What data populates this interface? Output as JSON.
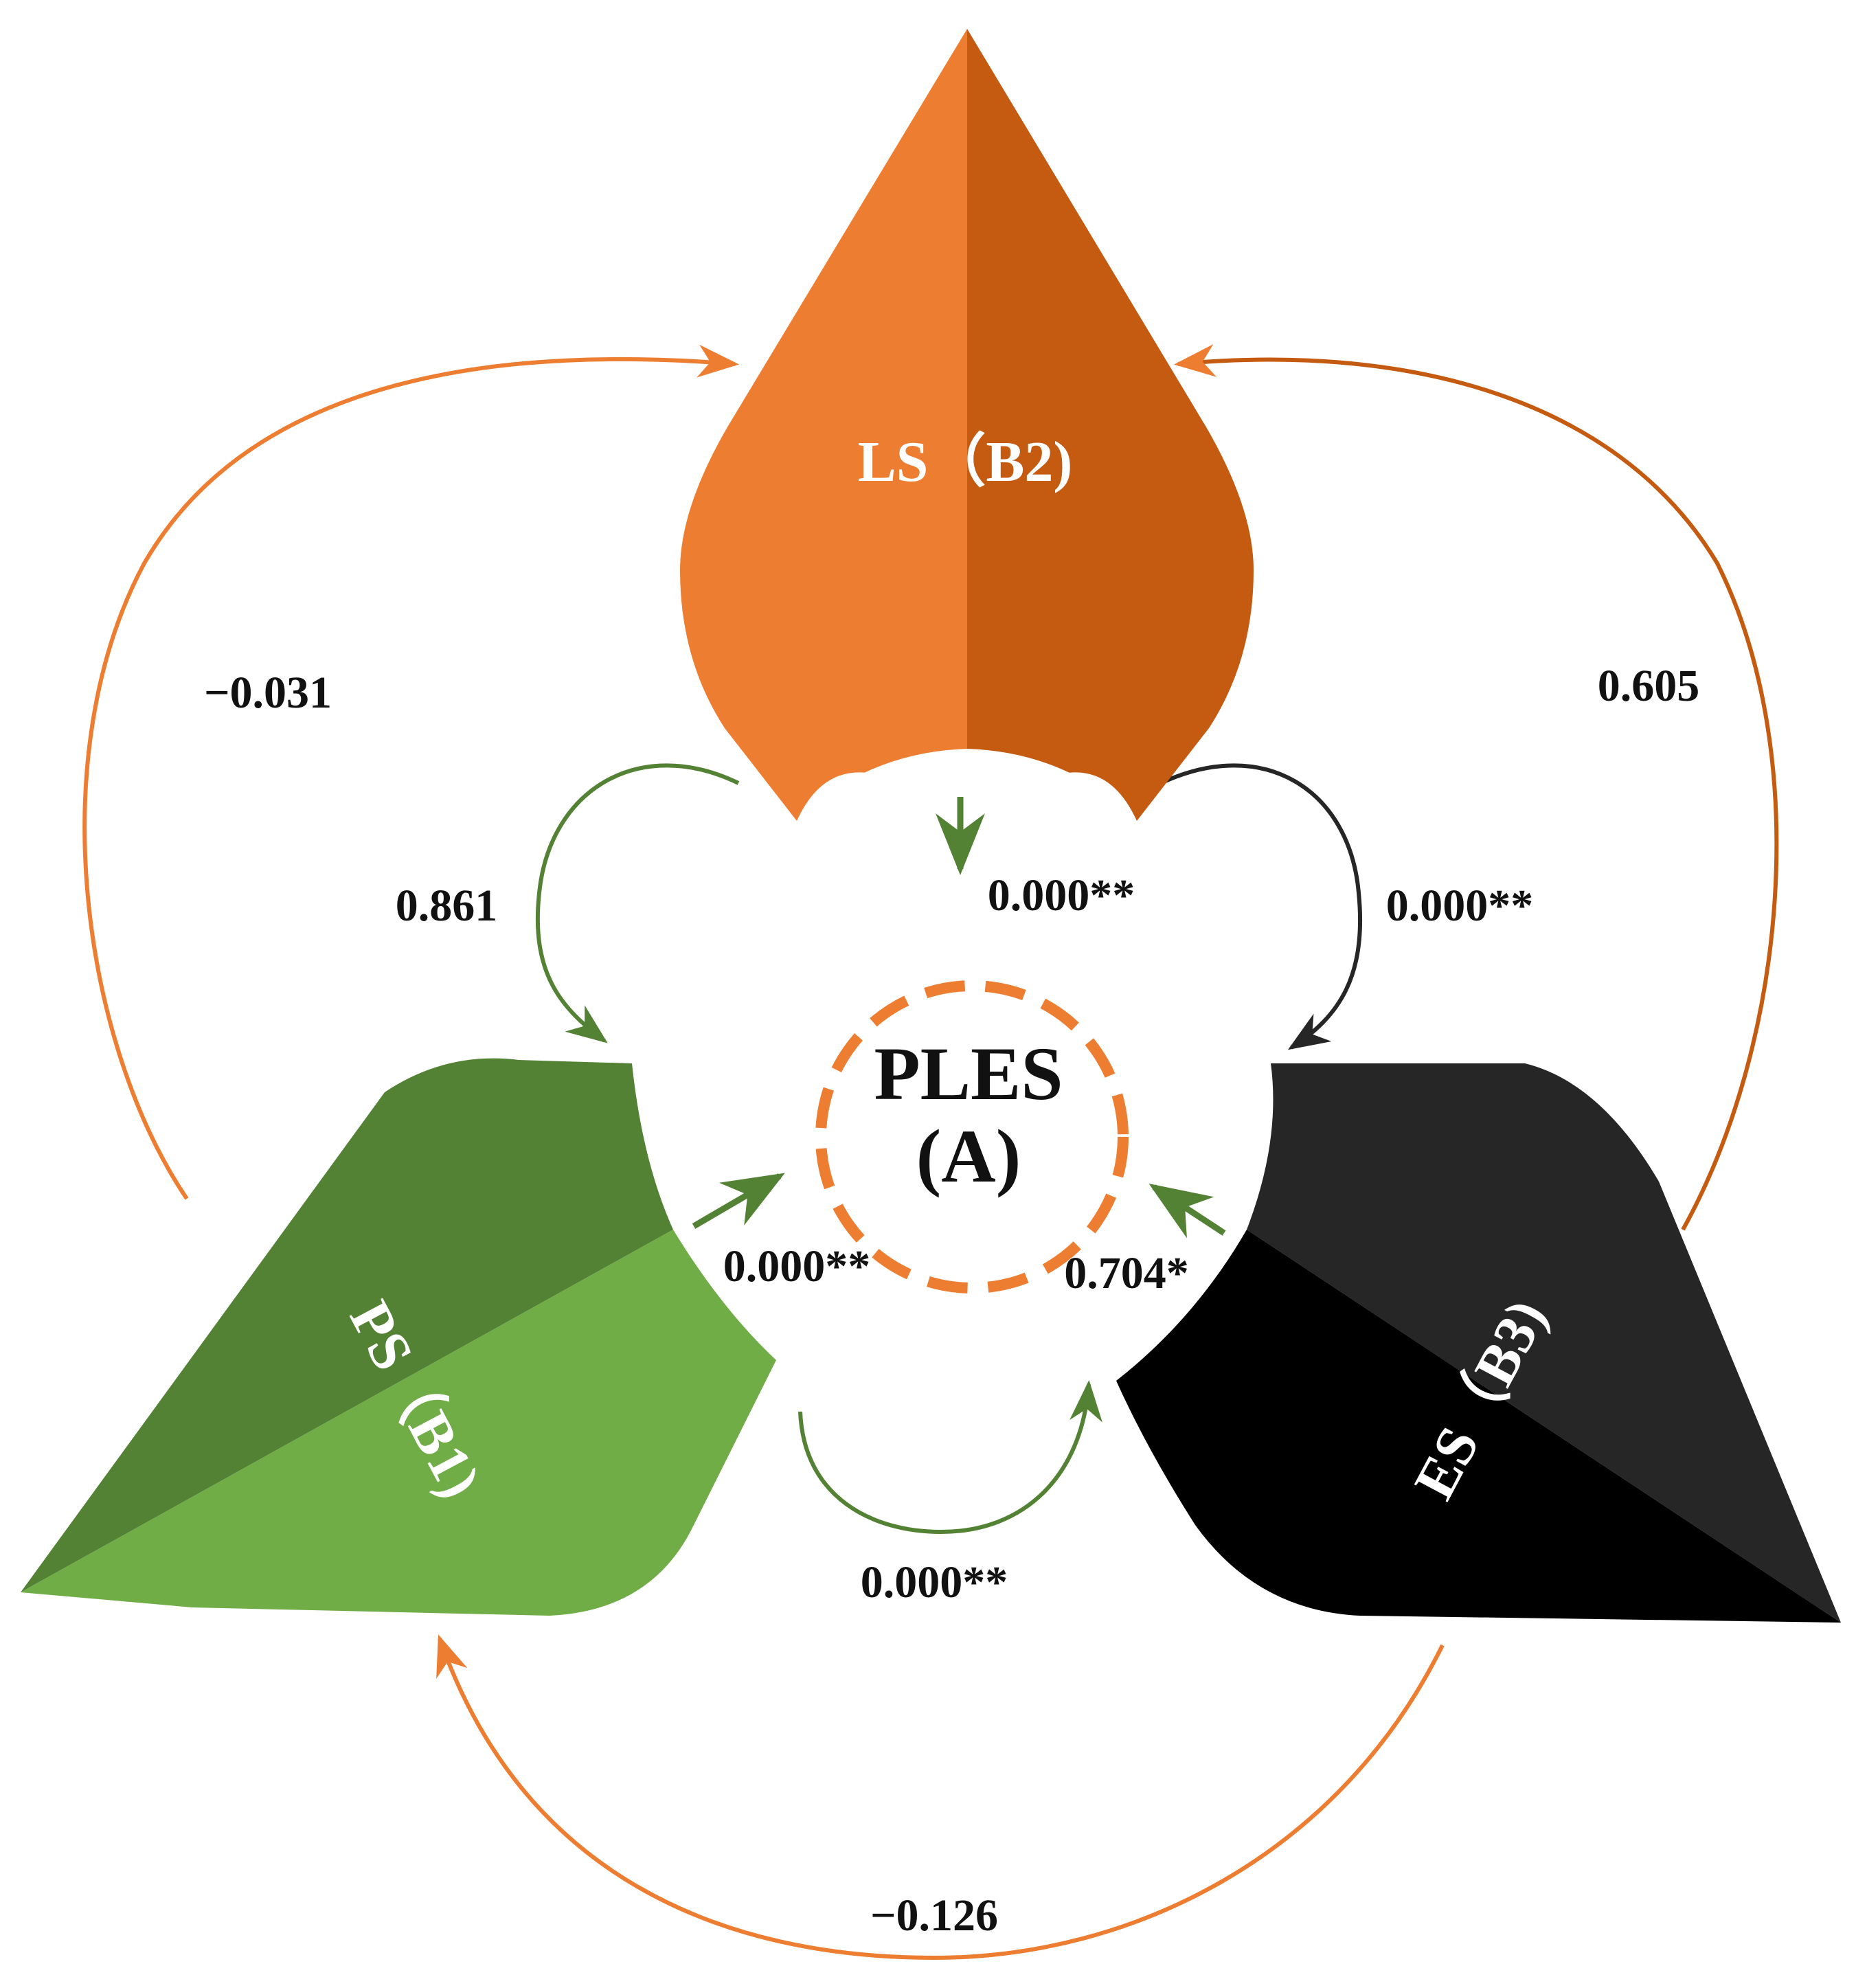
{
  "center": {
    "line1": "PLES",
    "line2": "(A)"
  },
  "petals": {
    "ls": {
      "label": "LS（B2)"
    },
    "ps": {
      "label": "PS（B1)"
    },
    "es": {
      "label": "ES（B3)"
    }
  },
  "edges": {
    "ps_ls": "−0.031",
    "ls_es": "0.605",
    "es_ps": "−0.126",
    "ls_ps_inner": "0.861",
    "ls_es_inner": "0.000**",
    "ps_es_inner": "0.000**",
    "ls_ples": "0.000**",
    "ps_ples": "0.000**",
    "es_ples": "0.704*"
  },
  "colors": {
    "orange_light": "#ED7D31",
    "orange_dark": "#C55A11",
    "green_dark": "#548235",
    "green_light": "#70AD47",
    "black_dark": "#262626",
    "black_light": "#000000",
    "ring": "#ED7D31",
    "outer_arc": "#ED7D31",
    "inner_green": "#548235",
    "inner_black": "#262626"
  }
}
